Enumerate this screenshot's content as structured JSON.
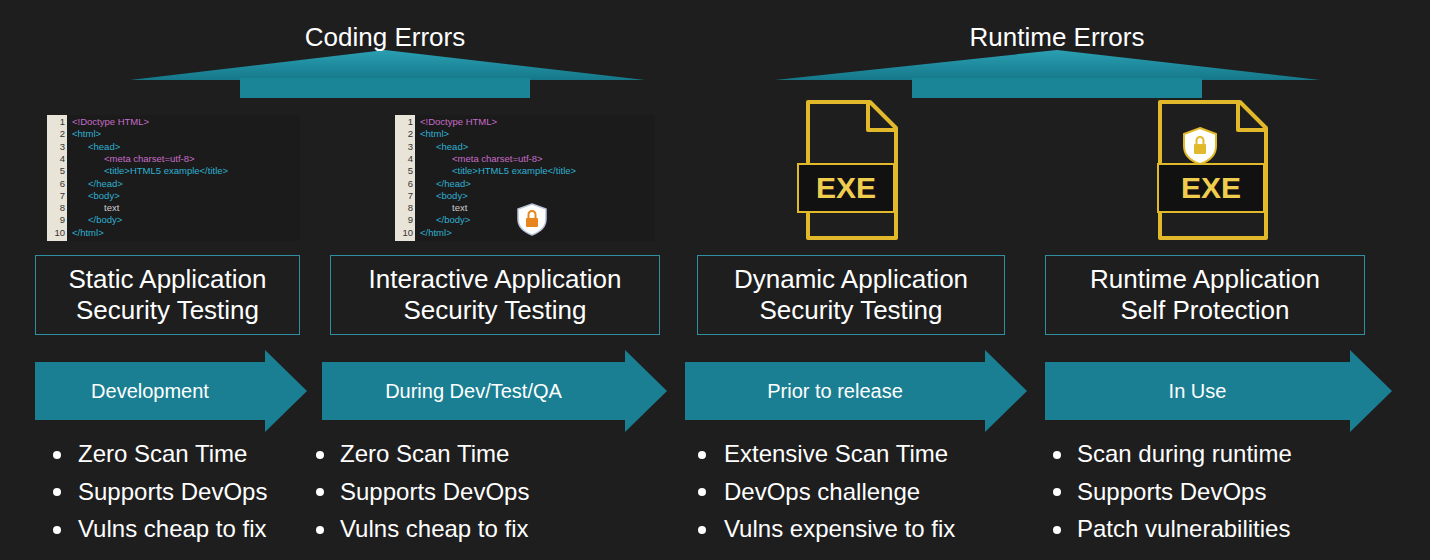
{
  "diagram": {
    "nodes": [
      {
        "text": [
          "Static Application Security Testing"
        ]
      },
      {
        "text": [
          "Interactive Application Security Testing"
        ]
      },
      {
        "text": [
          "Dynamic Application Security Testing"
        ]
      },
      {
        "text": [
          "Runtime Application Self Protection"
        ]
      },
      {
        "text": [
          "Development"
        ]
      },
      {
        "text": [
          "During Dev/Test/QA"
        ]
      },
      {
        "text": [
          "Prior to release"
        ]
      },
      {
        "text": [
          "In Use"
        ]
      }
    ],
    "labels": [
      "Coding Errors",
      "Runtime Errors",
      "1",
      "<!Doctype HTML>",
      "2",
      "<html>",
      "3",
      "<head>",
      "4",
      "<meta charset=utf-8>",
      "5",
      "<title>HTML5 example</title>",
      "6",
      "</head>",
      "7",
      "<body>",
      "8",
      "text",
      "9",
      "</body>",
      "10",
      "</html>",
      "1",
      "<!Doctype HTML>",
      "2",
      "<html>",
      "3",
      "<head>",
      "4",
      "<meta charset=utf-8>",
      "5",
      "<title>HTML5 example</title>",
      "6",
      "</head>",
      "7",
      "<body>",
      "8",
      "text",
      "9",
      "</body>",
      "10",
      "</html>",
      "EXE",
      "EXE",
      "Zero Scan Time",
      "Supports DevOps",
      "Vulns cheap to fix",
      "Zero Scan Time",
      "Supports DevOps",
      "Vulns cheap to fix",
      "Extensive Scan Time",
      "DevOps challenge",
      "Vulns expensive to fix",
      "Scan during runtime",
      "Supports DevOps",
      "Patch vulnerabilities"
    ]
  }
}
